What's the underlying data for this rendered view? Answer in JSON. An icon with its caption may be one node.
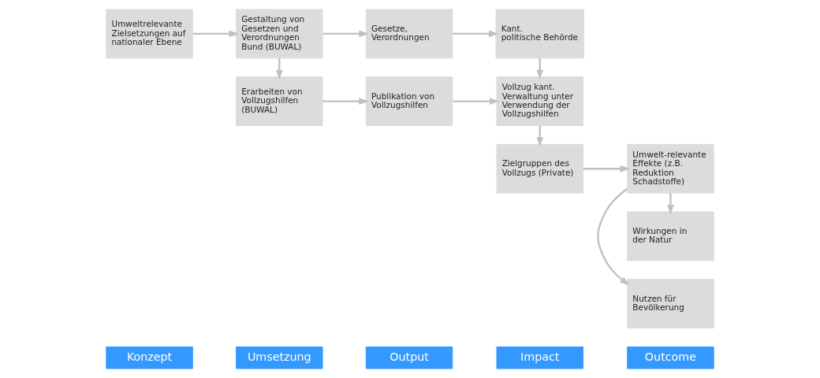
{
  "diagram": {
    "nodes": [
      {
        "text": [
          "Konzept"
        ]
      },
      {
        "text": [
          "Umsetzung"
        ]
      },
      {
        "text": [
          "Output"
        ]
      },
      {
        "text": [
          "Impact"
        ]
      },
      {
        "text": [
          "Outcome"
        ]
      },
      {
        "text": [
          "Umweltrelevante Zielsetzungen auf nationaler Ebene"
        ]
      },
      {
        "text": [
          "Gestaltung von Gesetzen und Verordnungen Bund (BUWAL)"
        ]
      },
      {
        "text": [
          "Erarbeiten von Vollzugshilfen (BUWAL)"
        ]
      },
      {
        "text": [
          "Gesetze, Verordnungen"
        ]
      },
      {
        "text": [
          "Publikation von Vollzugshilfen"
        ]
      },
      {
        "text": [
          "Kant. politische Behörde"
        ]
      },
      {
        "text": [
          "Vollzug kant. Verwaltung unter Verwendung der Vollzugshilfen"
        ]
      },
      {
        "text": [
          "Zielgruppen des Vollzugs (Private)"
        ]
      },
      {
        "text": [
          "Nutzen für Bevölkerung"
        ]
      },
      {
        "text": [
          "Umwelt-relevante Effekte (z.B. Reduktion Schadstoffe)"
        ]
      },
      {
        "text": [
          "Wirkungen in der Natur"
        ]
      }
    ],
    "edges": [
      {
        "from": 5,
        "to": 6,
        "arrow": "to"
      },
      {
        "from": 6,
        "to": 7,
        "arrow": "to"
      },
      {
        "from": 6,
        "to": 8,
        "arrow": "to"
      },
      {
        "from": 7,
        "to": 9,
        "arrow": "to"
      },
      {
        "from": 8,
        "to": 10,
        "arrow": "to"
      },
      {
        "from": 9,
        "to": 11,
        "arrow": "to"
      },
      {
        "from": 10,
        "to": 11,
        "arrow": "to"
      },
      {
        "from": 11,
        "to": 12,
        "arrow": "to"
      },
      {
        "from": 12,
        "to": 14,
        "arrow": "to"
      },
      {
        "from": 14,
        "to": 13,
        "arrow": "to"
      },
      {
        "from": 14,
        "to": 15,
        "arrow": "to"
      }
    ]
  }
}
